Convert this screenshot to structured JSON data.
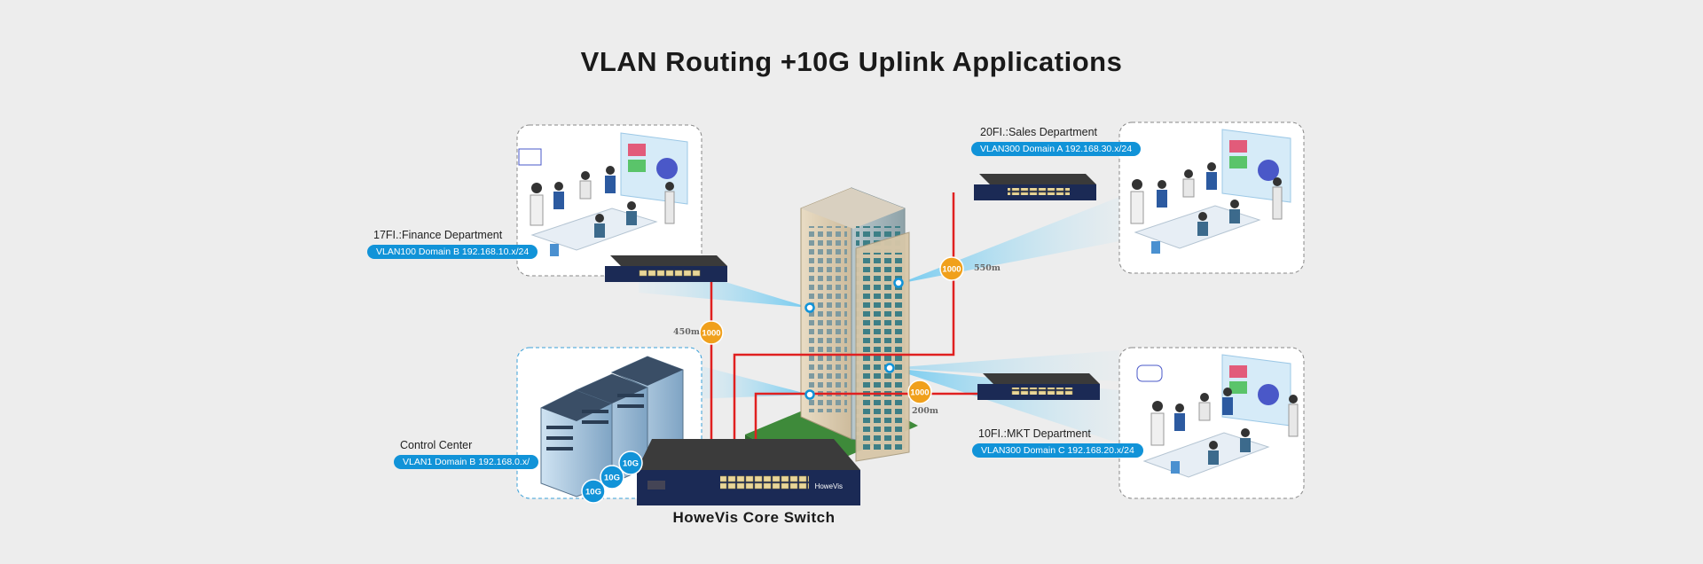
{
  "title": "VLAN Routing +10G Uplink Applications",
  "departments": {
    "finance": {
      "label": "17FI.:Finance Department",
      "vlan": "VLAN100 Domain B 192.168.10.x/24"
    },
    "sales": {
      "label": "20FI.:Sales Department",
      "vlan": "VLAN300 Domain A 192.168.30.x/24"
    },
    "control": {
      "label": "Control Center",
      "vlan": "VLAN1 Domain B 192.168.0.x/"
    },
    "mkt": {
      "label": "10FI.:MKT Department",
      "vlan": "VLAN300 Domain C 192.168.20.x/24"
    }
  },
  "core_switch": {
    "label": "HoweVis Core  Switch",
    "brand": "HoweVis"
  },
  "links": {
    "finance": {
      "speed": "1000",
      "distance": "450m"
    },
    "sales": {
      "speed": "1000",
      "distance": "550m"
    },
    "mkt": {
      "speed": "1000",
      "distance": "200m"
    },
    "uplinks": [
      "10G",
      "10G",
      "10G"
    ]
  },
  "colors": {
    "link_red": "#e02020",
    "badge_orange": "#f0a01c",
    "badge_blue": "#1193d8",
    "switch_navy": "#1b2a55"
  }
}
